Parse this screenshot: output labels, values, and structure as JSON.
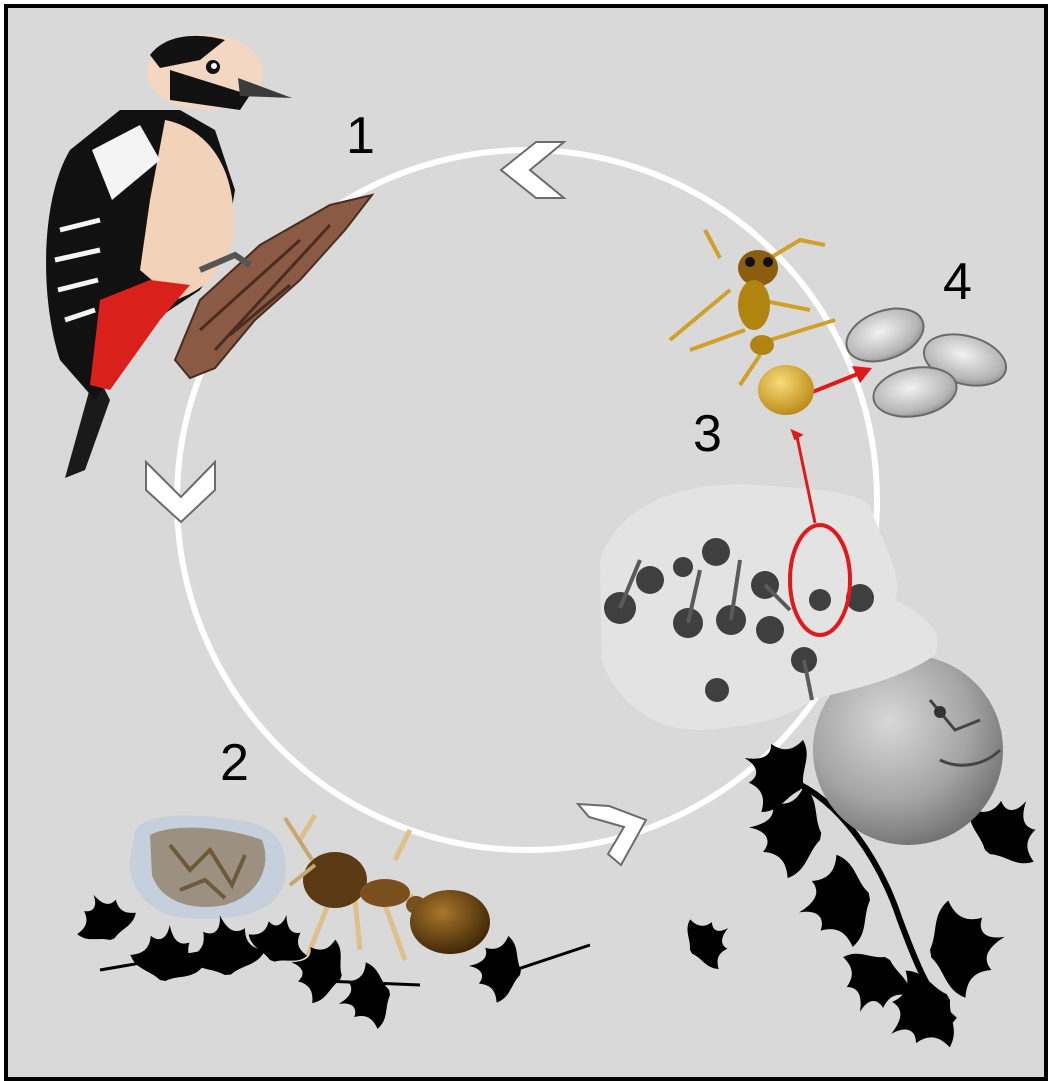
{
  "diagram": {
    "stage_labels": [
      "1",
      "2",
      "3",
      "4"
    ],
    "colors": {
      "background": "#d9d9d9",
      "cycle": "#ffffff",
      "highlight": "#e0191b",
      "leaf": "#000000"
    },
    "elements": {
      "stage_1": "woodpecker-on-bark",
      "stage_2": "worker-ant-with-nest-material",
      "stage_3": "ant-colony-in-gall",
      "stage_4": "eggs"
    }
  }
}
